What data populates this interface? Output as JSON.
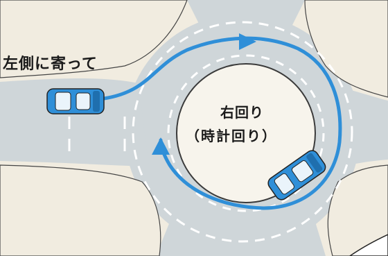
{
  "labels": {
    "keep_left": "左側に寄って",
    "right_turn": "右回り",
    "clockwise": "（時計回り）"
  },
  "colors": {
    "road": "#cfd6d9",
    "ground": "#f1ece0",
    "island": "#f7f4ec",
    "path": "#2f8fd8",
    "car_body": "#2f8fd8",
    "car_window": "#eaf4fb"
  },
  "icons": {
    "car_entering": "car-icon",
    "car_circulating": "car-icon",
    "direction_arrow": "arrowhead-icon"
  }
}
